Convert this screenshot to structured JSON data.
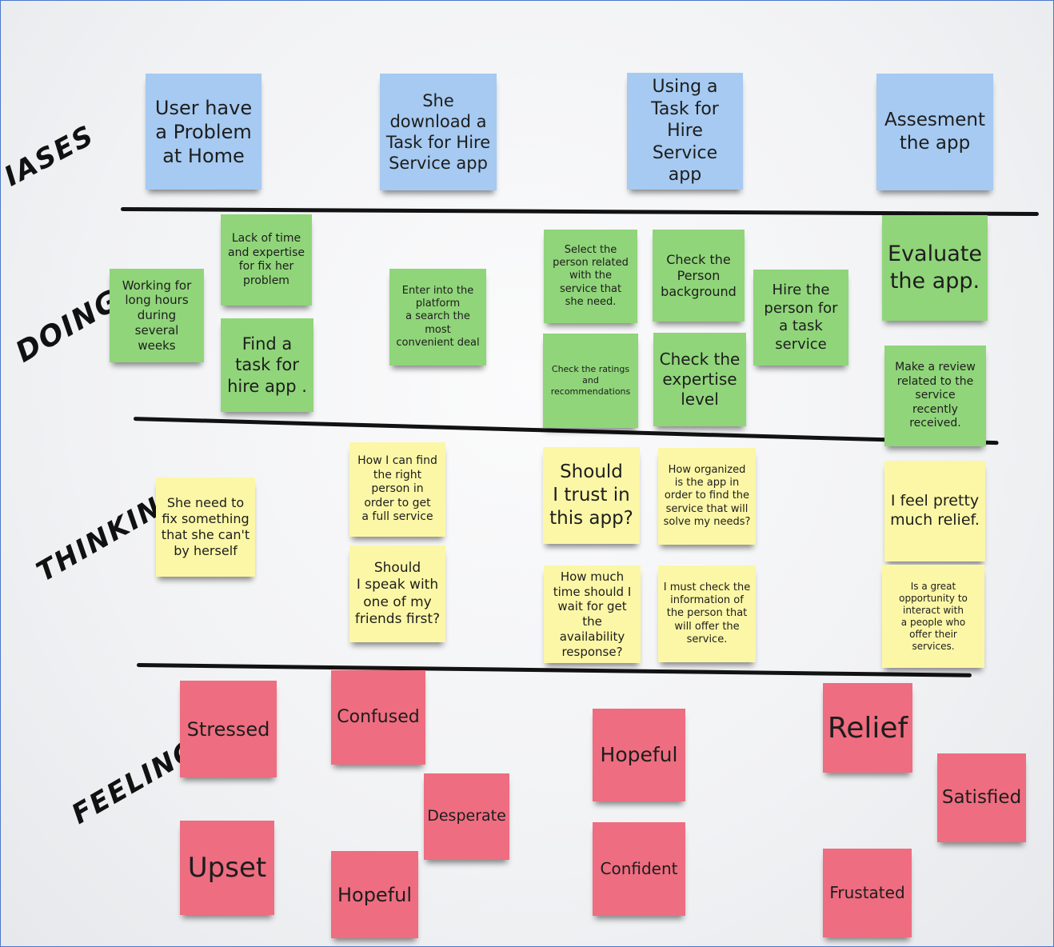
{
  "row_labels": {
    "phases": "IASES",
    "doing": "DOING",
    "thinking": "THINKING",
    "feeling": "FEELING"
  },
  "phases": [
    "User have\na Problem\nat Home",
    "She\ndownload a\nTask for Hire\nService app",
    "Using a\nTask for\nHire Service\napp",
    "Assesment\nthe app"
  ],
  "doing": {
    "working": "Working for\nlong hours\nduring\nseveral weeks",
    "lack_time": "Lack of time\nand expertise\nfor fix her\nproblem",
    "find_app": "Find a\ntask for\nhire app .",
    "enter_platform": "Enter into the\nplatform\na search the\nmost\nconvenient deal",
    "select_person": "Select the\nperson related\nwith the\nservice that\nshe need.",
    "check_ratings": "Check the ratings\nand\nrecommendations",
    "check_background": "Check the\nPerson\nbackground",
    "check_expertise": "Check the\nexpertise\nlevel",
    "hire_person": "Hire the\nperson for\na task\nservice",
    "evaluate": "Evaluate\nthe app.",
    "make_review": "Make a review\nrelated to the\nservice\nrecently\nreceived."
  },
  "thinking": {
    "fix_something": "She need to\nfix something\nthat she can't\nby herself",
    "how_find": "How I can find\nthe right\nperson in\norder to get\na full service",
    "speak_friends": "Should\nI speak with\none of my\nfriends first?",
    "trust_app": "Should\nI trust in\nthis app?",
    "how_much_time": "How much\ntime should I\nwait for get\nthe availability\nresponse?",
    "how_organized": "How organized\nis the app in\norder to find the\nservice that will\nsolve my needs?",
    "must_check": "I must check the\ninformation of\nthe person that\nwill  offer the\nservice.",
    "feel_relief": "I feel pretty\nmuch relief.",
    "great_opportunity": "Is a great\nopportunity to\ninteract with\na people who\noffer their\nservices."
  },
  "feeling": {
    "stressed": "Stressed",
    "upset": "Upset",
    "confused": "Confused",
    "desperate": "Desperate",
    "hopeful_1": "Hopeful",
    "hopeful_2": "Hopeful",
    "confident": "Confident",
    "relief": "Relief",
    "satisfied": "Satisfied",
    "frustated": "Frustated"
  },
  "colors": {
    "phase": "#a6caf1",
    "doing": "#90d57a",
    "thinking": "#fcf7a6",
    "feeling": "#ee6d80",
    "divider": "#121212",
    "frame": "#4a78c8"
  }
}
